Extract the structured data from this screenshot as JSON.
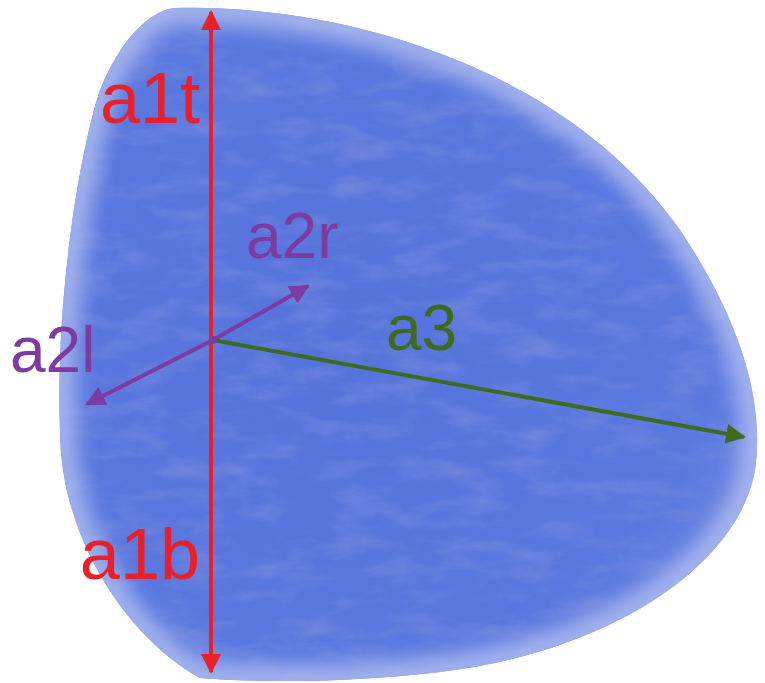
{
  "diagram": {
    "labels": [
      "a1t",
      "a1b",
      "a2r",
      "a2l",
      "a3"
    ]
  }
}
